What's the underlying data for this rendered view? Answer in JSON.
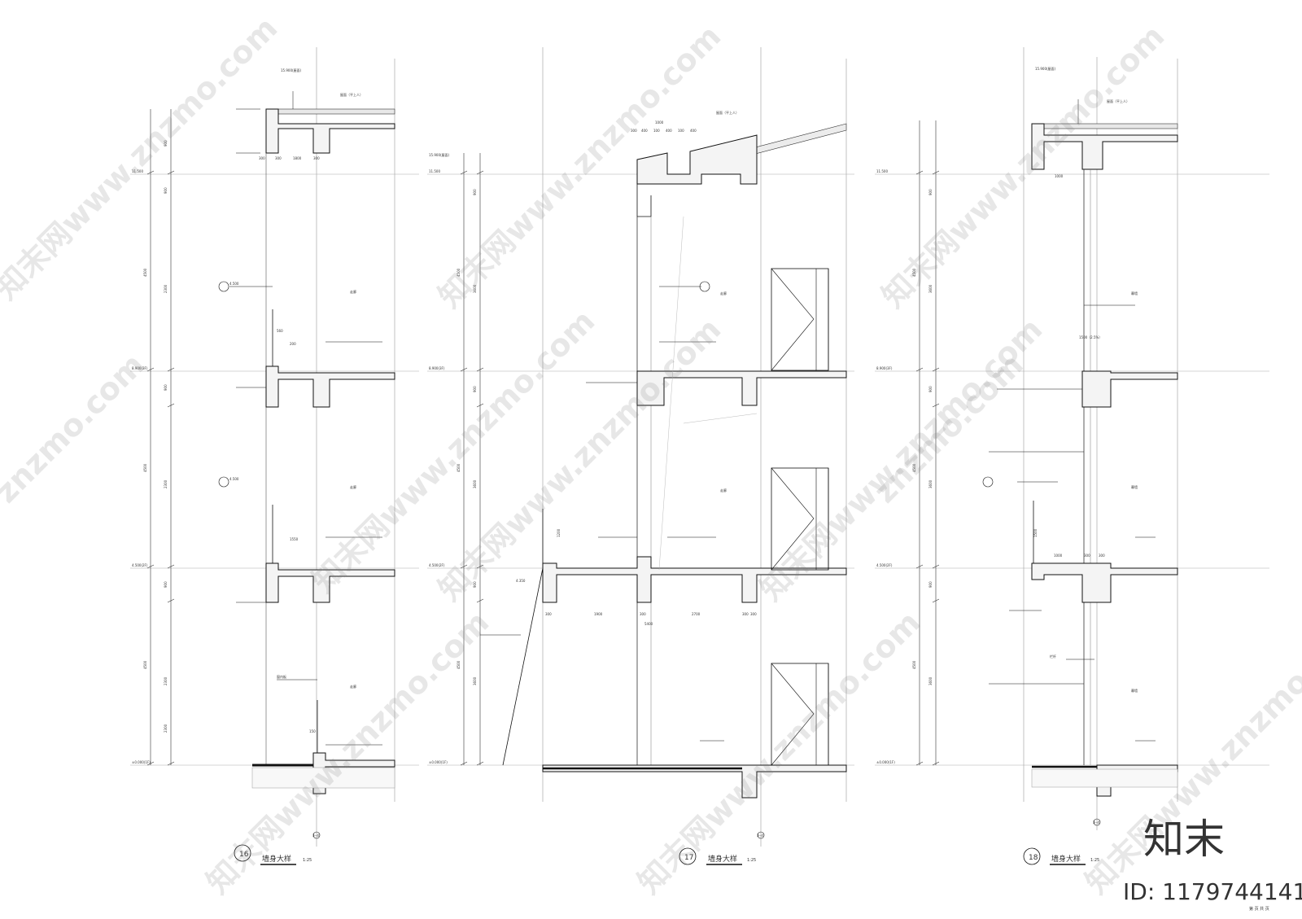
{
  "sections": [
    {
      "number": "16",
      "title": "墙身大样",
      "scale": "1:25",
      "axis": "3--4",
      "level_labels": [
        "15.900(屋面)",
        "11.500",
        "8.900(3F)",
        "4.500(2F)",
        "±0.000(1F)"
      ],
      "dims_outer": [
        "4500",
        "4500",
        "4500"
      ],
      "dims_inner": [
        "900",
        "2300",
        "900",
        "2300",
        "900",
        "2300",
        "900",
        "2300"
      ],
      "slab_dims": [
        "300",
        "300",
        "1800",
        "300",
        "560",
        "200",
        "1550",
        "150"
      ],
      "room_labels": [
        "走廊",
        "走廊",
        "走廊"
      ],
      "note_labels": [
        "屋面（平上人）",
        "4.500",
        "4.500",
        "窗内板"
      ]
    },
    {
      "number": "17",
      "title": "墙身大样",
      "scale": "1:25",
      "axis": "3--4",
      "level_labels": [
        "15.900(屋面)",
        "11.500",
        "8.900(3F)",
        "4.500(2F)",
        "±0.000(1F)"
      ],
      "dims_outer": [
        "4500",
        "4500",
        "4500"
      ],
      "dims_inner": [
        "900",
        "3600",
        "900",
        "3600",
        "900",
        "3600"
      ],
      "top_dims": [
        "300",
        "400",
        "100",
        "400",
        "100",
        "400",
        "1000"
      ],
      "bottom_dims": [
        "300",
        "1900",
        "300",
        "2700",
        "300",
        "300",
        "5400"
      ],
      "room_labels": [
        "走廊",
        "走廊"
      ],
      "note_labels": [
        "屋面（平上人）",
        "4.350",
        "1200"
      ]
    },
    {
      "number": "18",
      "title": "墙身大样",
      "scale": "1:25",
      "axis": "3--4",
      "level_labels": [
        "15.900(屋面)",
        "11.500",
        "8.900(3F)",
        "4.500(2F)",
        "±0.000(1F)"
      ],
      "dims_outer": [
        "4500",
        "4500",
        "4500"
      ],
      "dims_inner": [
        "900",
        "3600",
        "900",
        "3600",
        "900",
        "3600"
      ],
      "slab_dims": [
        "1000",
        "300",
        "1000",
        "300",
        "1500"
      ],
      "room_labels": [
        "幕墙",
        "幕墙",
        "幕墙"
      ],
      "note_labels": [
        "屋面（平上人）",
        "1500（2.5%）",
        "栏杆"
      ]
    }
  ],
  "watermark": {
    "brand_lines": [
      "知末网www.znzmo.com",
      "znzmo.com"
    ],
    "logo_text": "知末",
    "id_text": "ID: 1179744141",
    "footer_text": "第 页 共 页"
  }
}
